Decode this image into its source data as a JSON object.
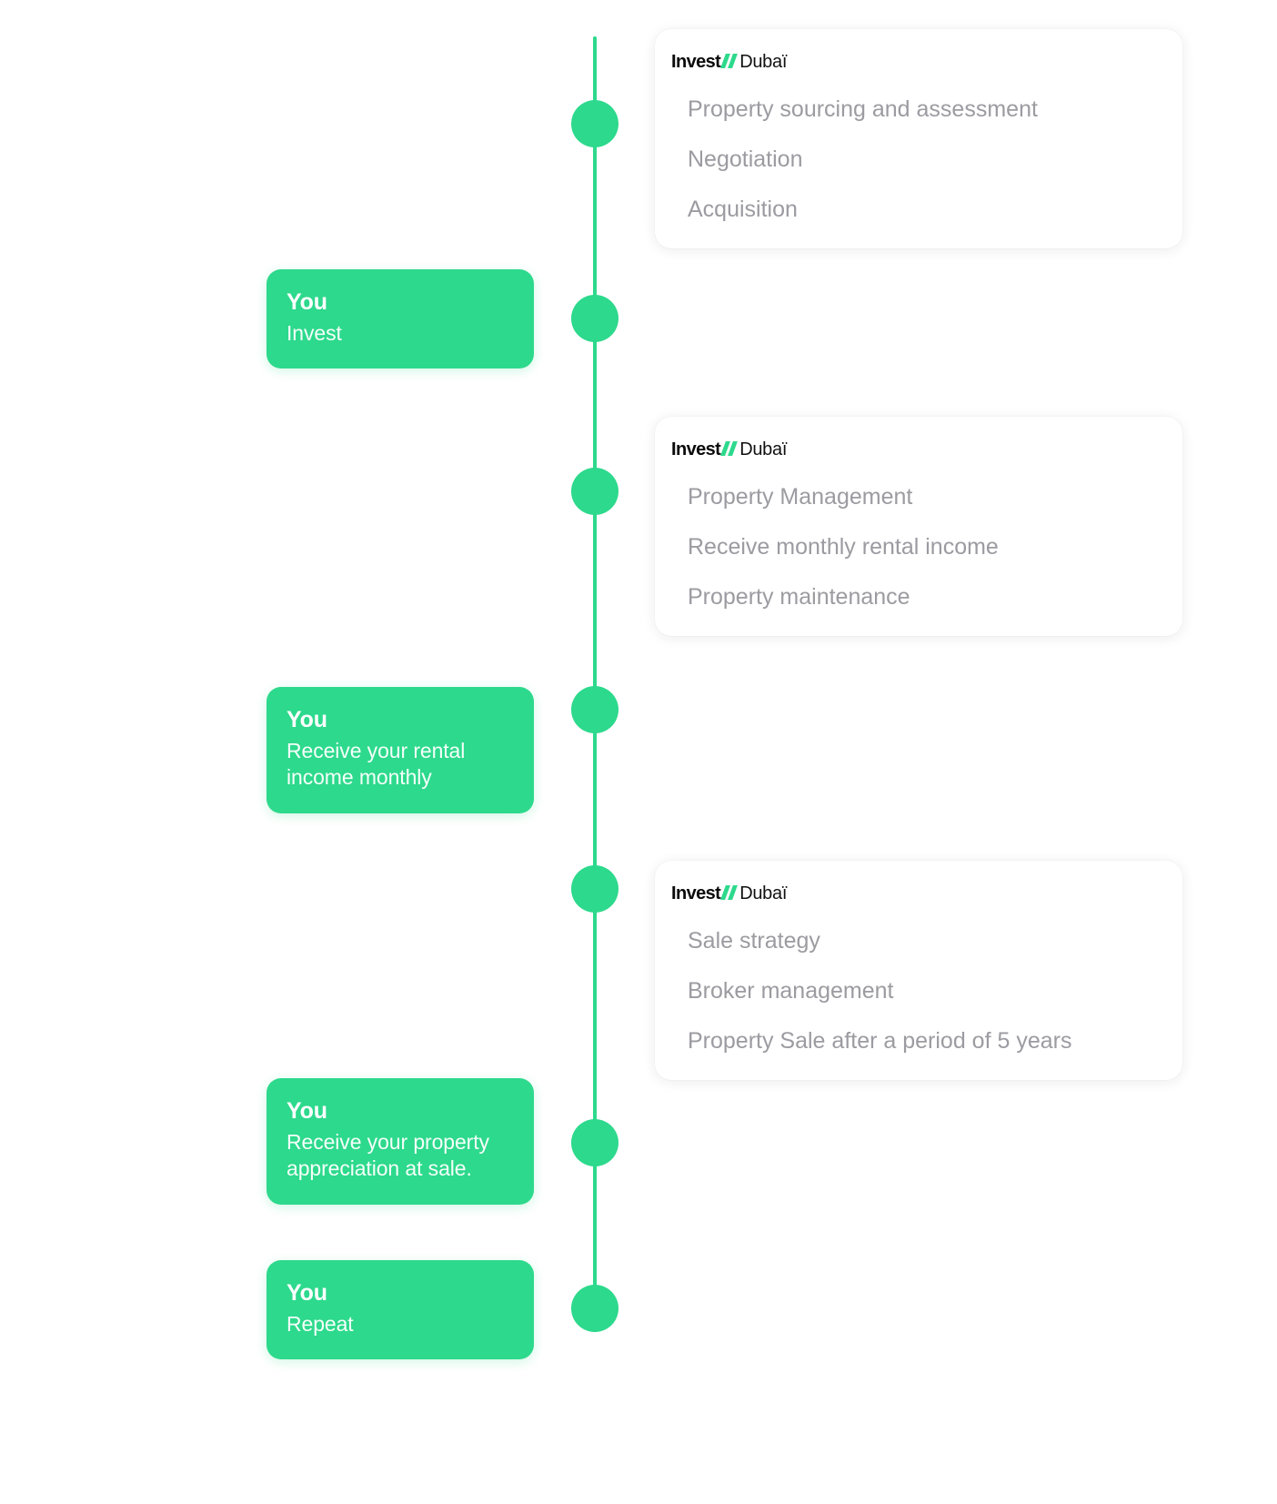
{
  "theme": {
    "accent_green": "#2dd98c",
    "card_background": "#ffffff",
    "card_text": "#9b9ba1",
    "page_background": "#ffffff",
    "you_box_text": "#ffffff"
  },
  "brand": {
    "name_bold": "Invest",
    "separator": "//",
    "name_light": "Dubaï"
  },
  "timeline": {
    "node_count": 6,
    "provider_cards": [
      {
        "id": "card-acquisition",
        "logo_bold": "Invest",
        "logo_light": "Dubaï",
        "lines": [
          "Property sourcing and assessment",
          "Negotiation",
          "Acquisition"
        ]
      },
      {
        "id": "card-management",
        "logo_bold": "Invest",
        "logo_light": "Dubaï",
        "lines": [
          "Property Management",
          "Receive monthly rental income",
          "Property maintenance"
        ]
      },
      {
        "id": "card-sale",
        "logo_bold": "Invest",
        "logo_light": "Dubaï",
        "lines": [
          "Sale strategy",
          "Broker management",
          "Property Sale after a period of 5 years"
        ]
      }
    ],
    "you_steps": [
      {
        "id": "you-invest",
        "title": "You",
        "description": "Invest"
      },
      {
        "id": "you-rental-income",
        "title": "You",
        "description": "Receive your rental income monthly"
      },
      {
        "id": "you-appreciation",
        "title": "You",
        "description": "Receive your property appreciation at sale."
      },
      {
        "id": "you-repeat",
        "title": "You",
        "description": "Repeat"
      }
    ]
  }
}
